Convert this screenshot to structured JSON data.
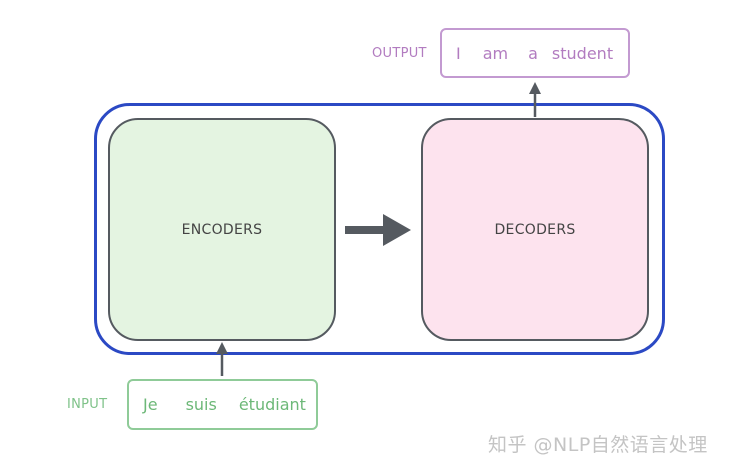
{
  "output": {
    "label": "OUTPUT",
    "words": [
      "I",
      "am",
      "a",
      "student"
    ]
  },
  "input": {
    "label": "INPUT",
    "words": [
      "Je",
      "suis",
      "étudiant"
    ]
  },
  "encoders": {
    "label": "ENCODERS"
  },
  "decoders": {
    "label": "DECODERS"
  },
  "watermark": {
    "text": "知乎 @NLP自然语言处理"
  },
  "colors": {
    "container_border": "#2b49c4",
    "encoder_fill": "#e4f4e1",
    "decoder_fill": "#fde3ee",
    "block_border": "#555a60",
    "output_accent": "#b27cc0",
    "input_accent": "#7fc289",
    "arrow": "#555a60"
  }
}
